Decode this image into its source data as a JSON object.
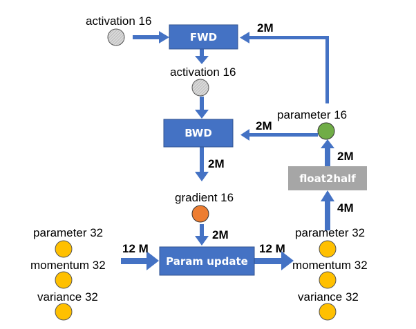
{
  "nodes": {
    "fwd": "FWD",
    "bwd": "BWD",
    "param_update": "Param update",
    "float2half": "float2half"
  },
  "labels": {
    "activation_in": "activation 16",
    "activation_mid": "activation 16",
    "gradient": "gradient 16",
    "parameter16": "parameter 16",
    "left_parameter32": "parameter 32",
    "left_momentum32": "momentum 32",
    "left_variance32": "variance 32",
    "right_parameter32": "parameter 32",
    "right_momentum32": "momentum 32",
    "right_variance32": "variance 32"
  },
  "edges": {
    "to_fwd": "2M",
    "bwd_to_update": "2M",
    "grad_to_update": "2M",
    "to_bwd": "2M",
    "f2h_to_param16": "2M",
    "p32_to_f2h": "4M",
    "left_in": "12 M",
    "right_out": "12 M"
  },
  "colors": {
    "box_blue": "#4472c4",
    "box_gray": "#a6a6a6",
    "arrow_blue": "#4472c4",
    "circle_orange": "#ffc000",
    "circle_green": "#70ad47",
    "circle_red": "#ed7d31",
    "circle_gray": "#d9d9d9"
  }
}
